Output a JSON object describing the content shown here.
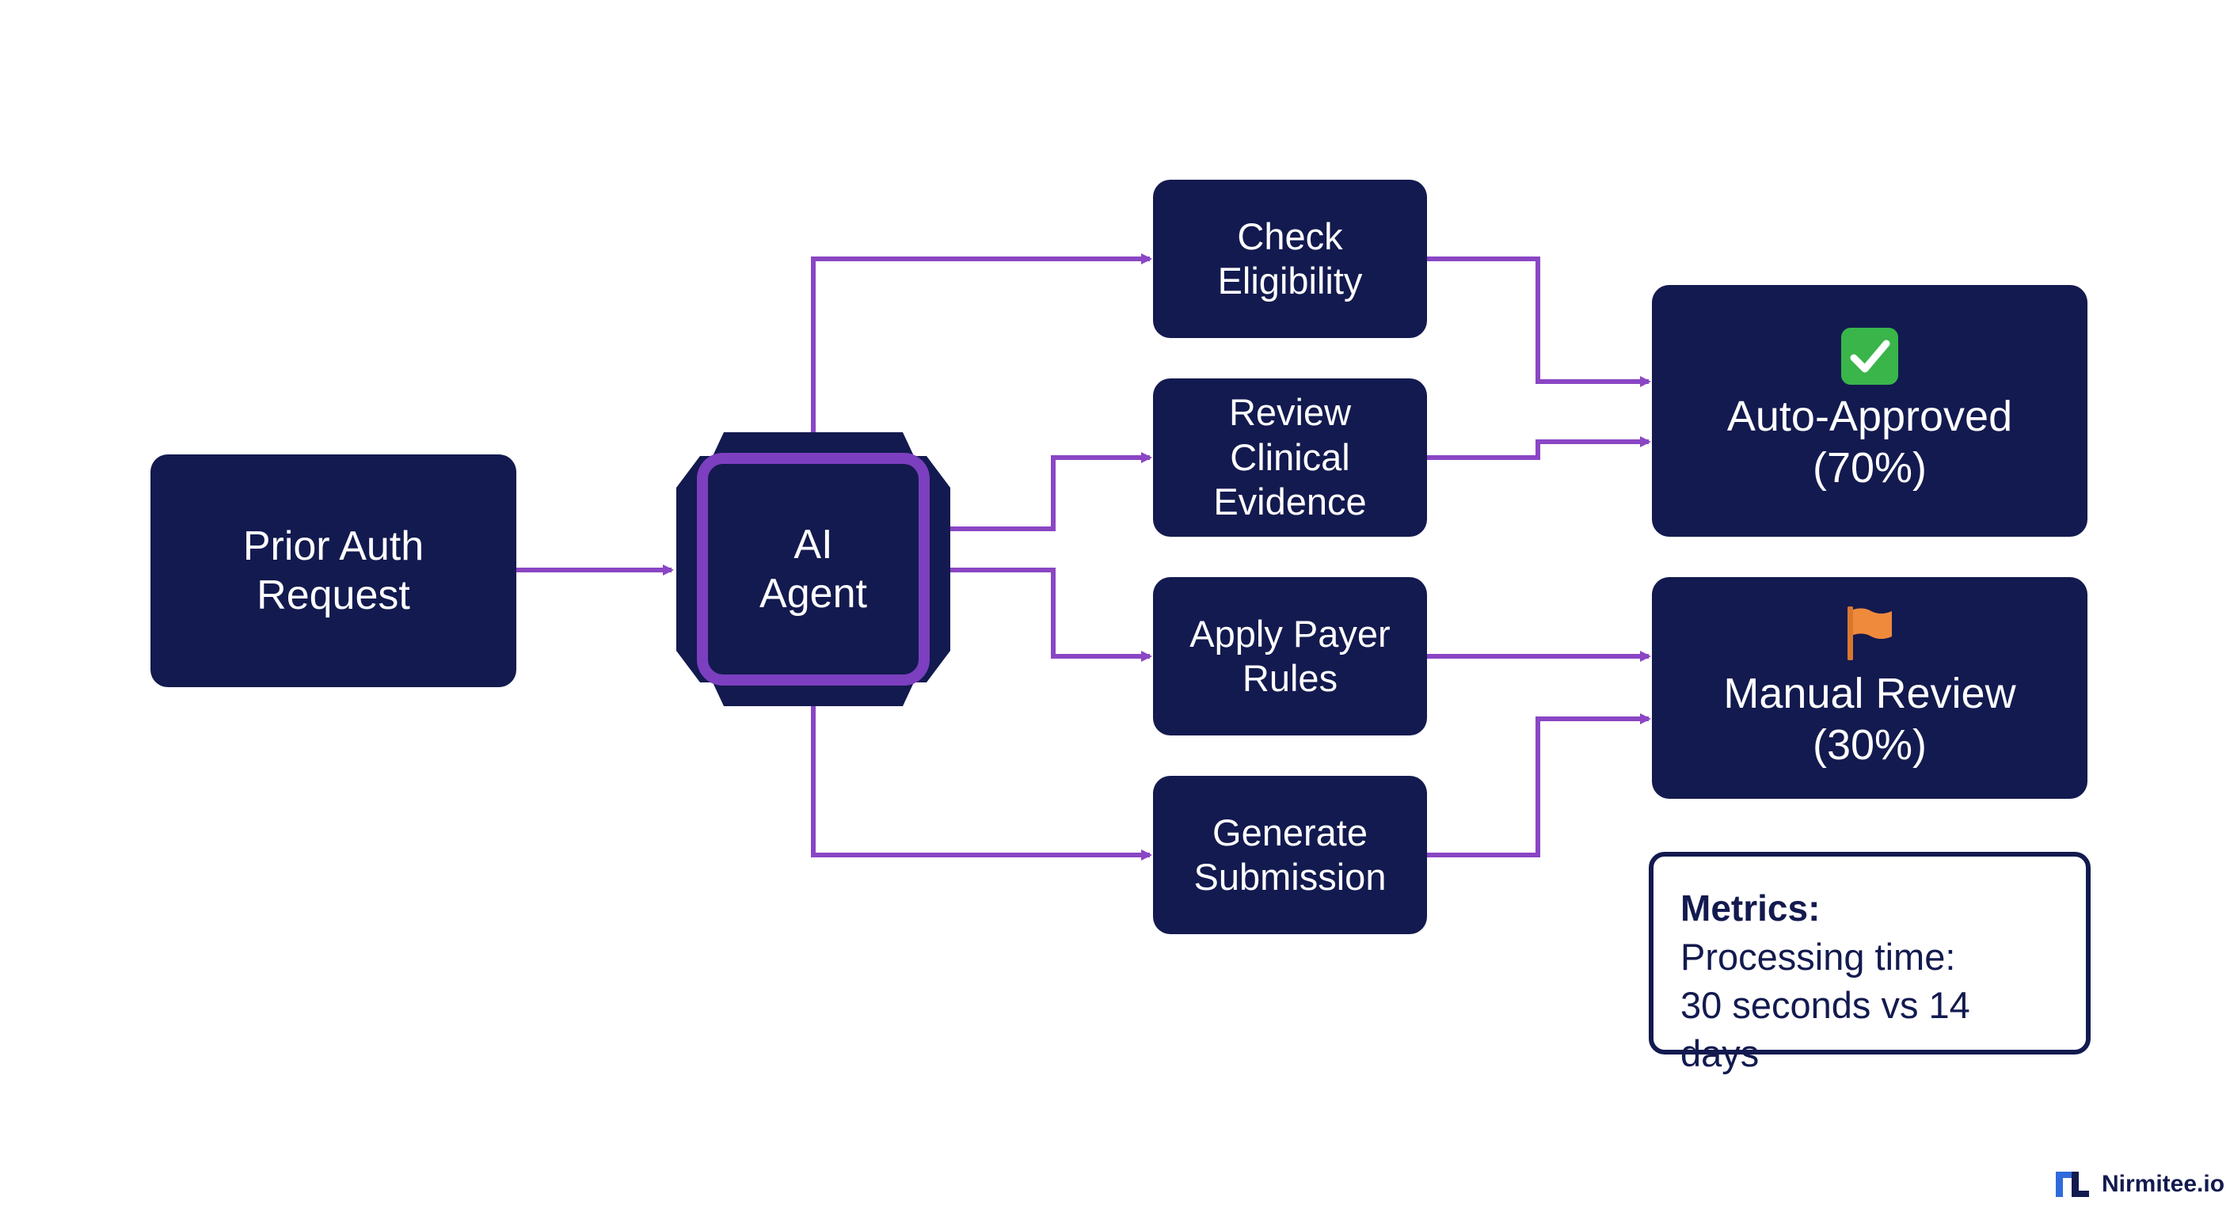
{
  "diagram": {
    "nodes": {
      "prior_auth": {
        "lines": [
          "Prior Auth",
          "Request"
        ]
      },
      "ai_agent": {
        "lines": [
          "AI",
          "Agent"
        ]
      },
      "check_eligibility": {
        "lines": [
          "Check",
          "Eligibility"
        ]
      },
      "review_clinical": {
        "lines": [
          "Review",
          "Clinical",
          "Evidence"
        ]
      },
      "apply_payer": {
        "lines": [
          "Apply Payer",
          "Rules"
        ]
      },
      "generate_submission": {
        "lines": [
          "Generate",
          "Submission"
        ]
      },
      "auto_approved": {
        "icon": "check-mark-icon",
        "lines": [
          "Auto-Approved",
          "(70%)"
        ]
      },
      "manual_review": {
        "icon": "orange-flag-icon",
        "lines": [
          "Manual Review",
          "(30%)"
        ]
      }
    },
    "metrics": {
      "title": "Metrics:",
      "line1": "Processing time:",
      "line2": "30 seconds vs 14 days"
    }
  },
  "brand": {
    "name": "Nirmitee.io",
    "icon": "nirmitee-logo-icon"
  },
  "colors": {
    "node_fill": "#131a4f",
    "connector": "#8a46c4",
    "agent_border": "#7c3fc0",
    "check": "#39b54a",
    "flag": "#ef8a3c",
    "brand_blue": "#2f6bdc"
  }
}
